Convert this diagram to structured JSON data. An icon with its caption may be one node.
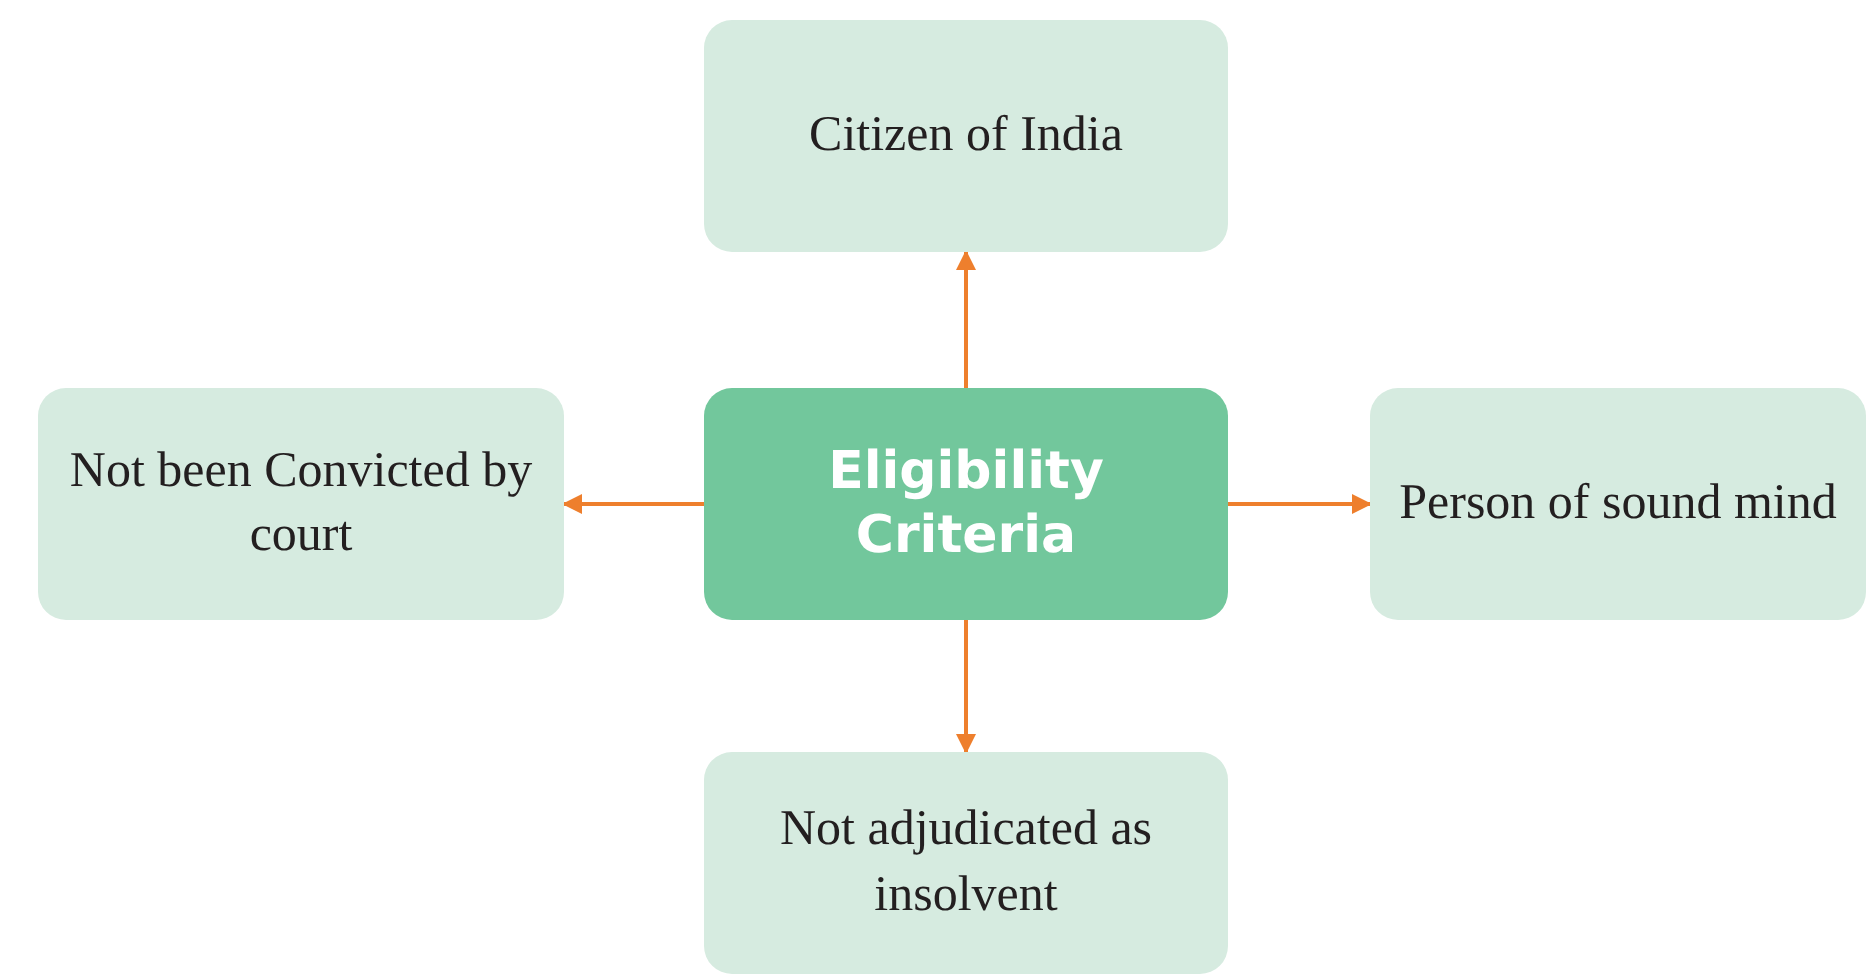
{
  "diagram": {
    "nodes": [
      {
        "text": [
          "Citizen of India"
        ]
      },
      {
        "text": [
          "Not been Convicted by court"
        ]
      },
      {
        "text": [
          "Eligibility Criteria"
        ]
      },
      {
        "text": [
          "Person of sound mind"
        ]
      },
      {
        "text": [
          "Not adjudicated as insolvent"
        ]
      }
    ],
    "edges": [
      {
        "from": 2,
        "to": 0,
        "arrow": "to"
      },
      {
        "from": 2,
        "to": 1,
        "arrow": "to"
      },
      {
        "from": 2,
        "to": 3,
        "arrow": "to"
      },
      {
        "from": 2,
        "to": 4,
        "arrow": "to"
      }
    ]
  }
}
